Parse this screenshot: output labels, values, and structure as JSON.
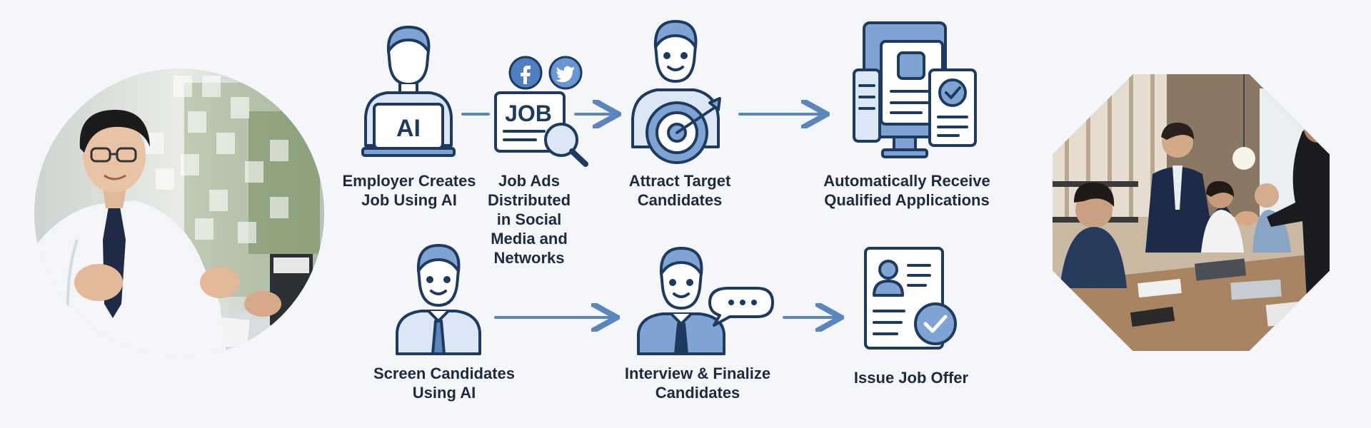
{
  "colors": {
    "background": "#f4f6fa",
    "outline": "#1e3a5f",
    "fill_blue": "#7fa3d3",
    "fill_light": "#dbe7f6",
    "arrow": "#5b86bd",
    "text": "#1e2a3f"
  },
  "steps": [
    {
      "id": "employer",
      "label": "Employer Creates\nJob Using AI",
      "icon": "laptop-ai-person-icon",
      "icon_text": "AI"
    },
    {
      "id": "job-ads",
      "label": "Job Ads\nDistributed\nin Social\nMedia and\nNetworks",
      "icon": "job-ad-search-icon",
      "icon_text": "JOB"
    },
    {
      "id": "attract",
      "label": "Attract Target\nCandidates",
      "icon": "target-person-icon"
    },
    {
      "id": "receive",
      "label": "Automatically Receive\nQualified Applications",
      "icon": "devices-application-icon"
    },
    {
      "id": "screen",
      "label": "Screen Candidates\nUsing AI",
      "icon": "candidate-person-icon"
    },
    {
      "id": "interview",
      "label": "Interview & Finalize\nCandidates",
      "icon": "interview-chat-icon"
    },
    {
      "id": "offer",
      "label": "Issue Job Offer",
      "icon": "job-offer-document-icon"
    }
  ],
  "social_icons": [
    "facebook-icon",
    "twitter-icon"
  ],
  "photos": [
    {
      "id": "interviewer-photo",
      "shape": "circle"
    },
    {
      "id": "handshake-meeting-photo",
      "shape": "octagon"
    }
  ]
}
